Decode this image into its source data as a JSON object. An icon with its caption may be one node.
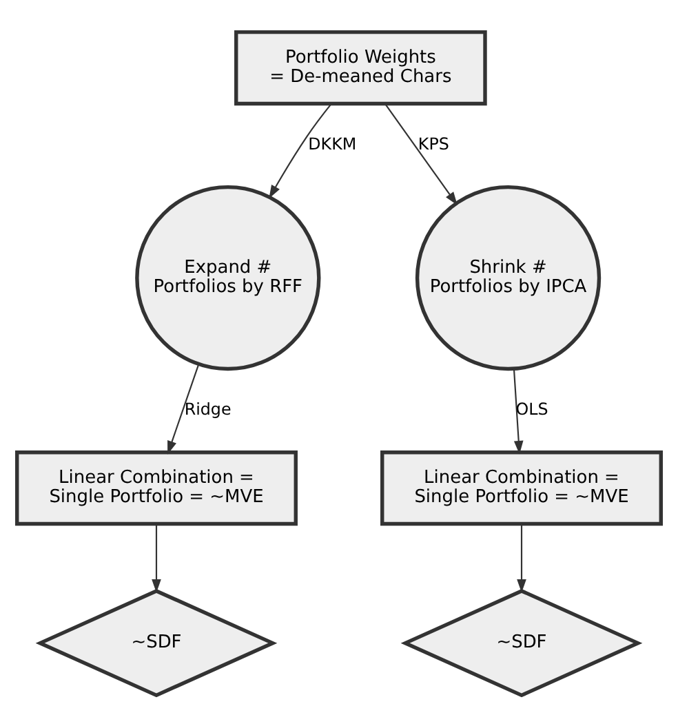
{
  "diagram": {
    "nodes": [
      {
        "text": [
          "Portfolio Weights = De-meaned Chars"
        ]
      },
      {
        "text": [
          "Expand # Portfolios by RFF"
        ]
      },
      {
        "text": [
          "Shrink # Portfolios by IPCA"
        ]
      },
      {
        "text": [
          "Linear Combination = Single Portfolio = ~MVE"
        ]
      },
      {
        "text": [
          "Linear Combination = Single Portfolio = ~MVE"
        ]
      },
      {
        "text": [
          "~SDF"
        ]
      },
      {
        "text": [
          "~SDF"
        ]
      }
    ],
    "edges": [
      {
        "from": 0,
        "to": 1,
        "arrow": "to",
        "label": "DKKM"
      },
      {
        "from": 0,
        "to": 2,
        "arrow": "to",
        "label": "KPS"
      },
      {
        "from": 1,
        "to": 3,
        "arrow": "to",
        "label": "Ridge"
      },
      {
        "from": 2,
        "to": 4,
        "arrow": "to",
        "label": "OLS"
      },
      {
        "from": 3,
        "to": 5,
        "arrow": "to"
      },
      {
        "from": 4,
        "to": 6,
        "arrow": "to"
      }
    ]
  }
}
